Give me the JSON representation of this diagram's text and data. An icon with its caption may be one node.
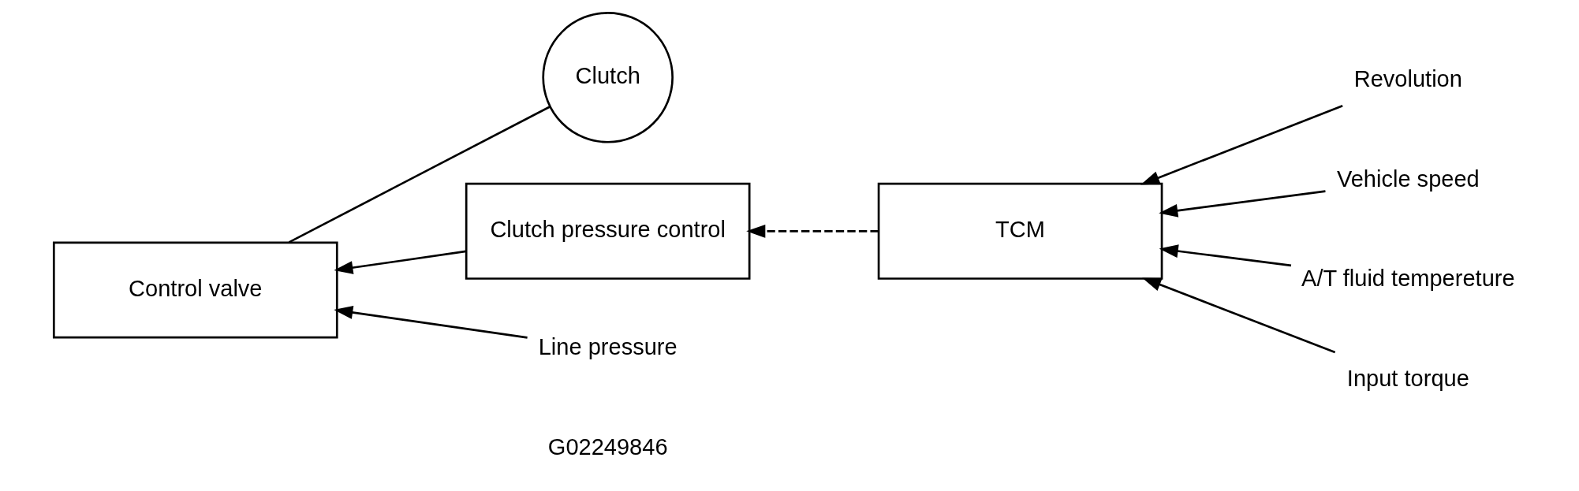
{
  "diagram": {
    "nodes": [
      {
        "text": [
          "Clutch"
        ]
      },
      {
        "text": [
          "Control valve"
        ]
      },
      {
        "text": [
          "Clutch pressure control"
        ]
      },
      {
        "text": [
          "TCM"
        ]
      },
      {
        "text": [
          "Revolution"
        ]
      },
      {
        "text": [
          "Vehicle speed"
        ]
      },
      {
        "text": [
          "A/T fluid tempereture"
        ]
      },
      {
        "text": [
          "Input torque"
        ]
      },
      {
        "text": [
          "Line pressure"
        ]
      }
    ],
    "edges": [
      {
        "from": 0,
        "to": 1,
        "arrow": "none"
      },
      {
        "from": 8,
        "to": 1,
        "arrow": "to"
      },
      {
        "from": 2,
        "to": 1,
        "arrow": "to"
      },
      {
        "from": 3,
        "to": 2,
        "arrow": "to",
        "style": "dashed"
      },
      {
        "from": 4,
        "to": 3,
        "arrow": "to"
      },
      {
        "from": 5,
        "to": 3,
        "arrow": "to"
      },
      {
        "from": 6,
        "to": 3,
        "arrow": "to"
      },
      {
        "from": 7,
        "to": 3,
        "arrow": "to"
      }
    ],
    "labels": [
      "G02249846"
    ]
  }
}
